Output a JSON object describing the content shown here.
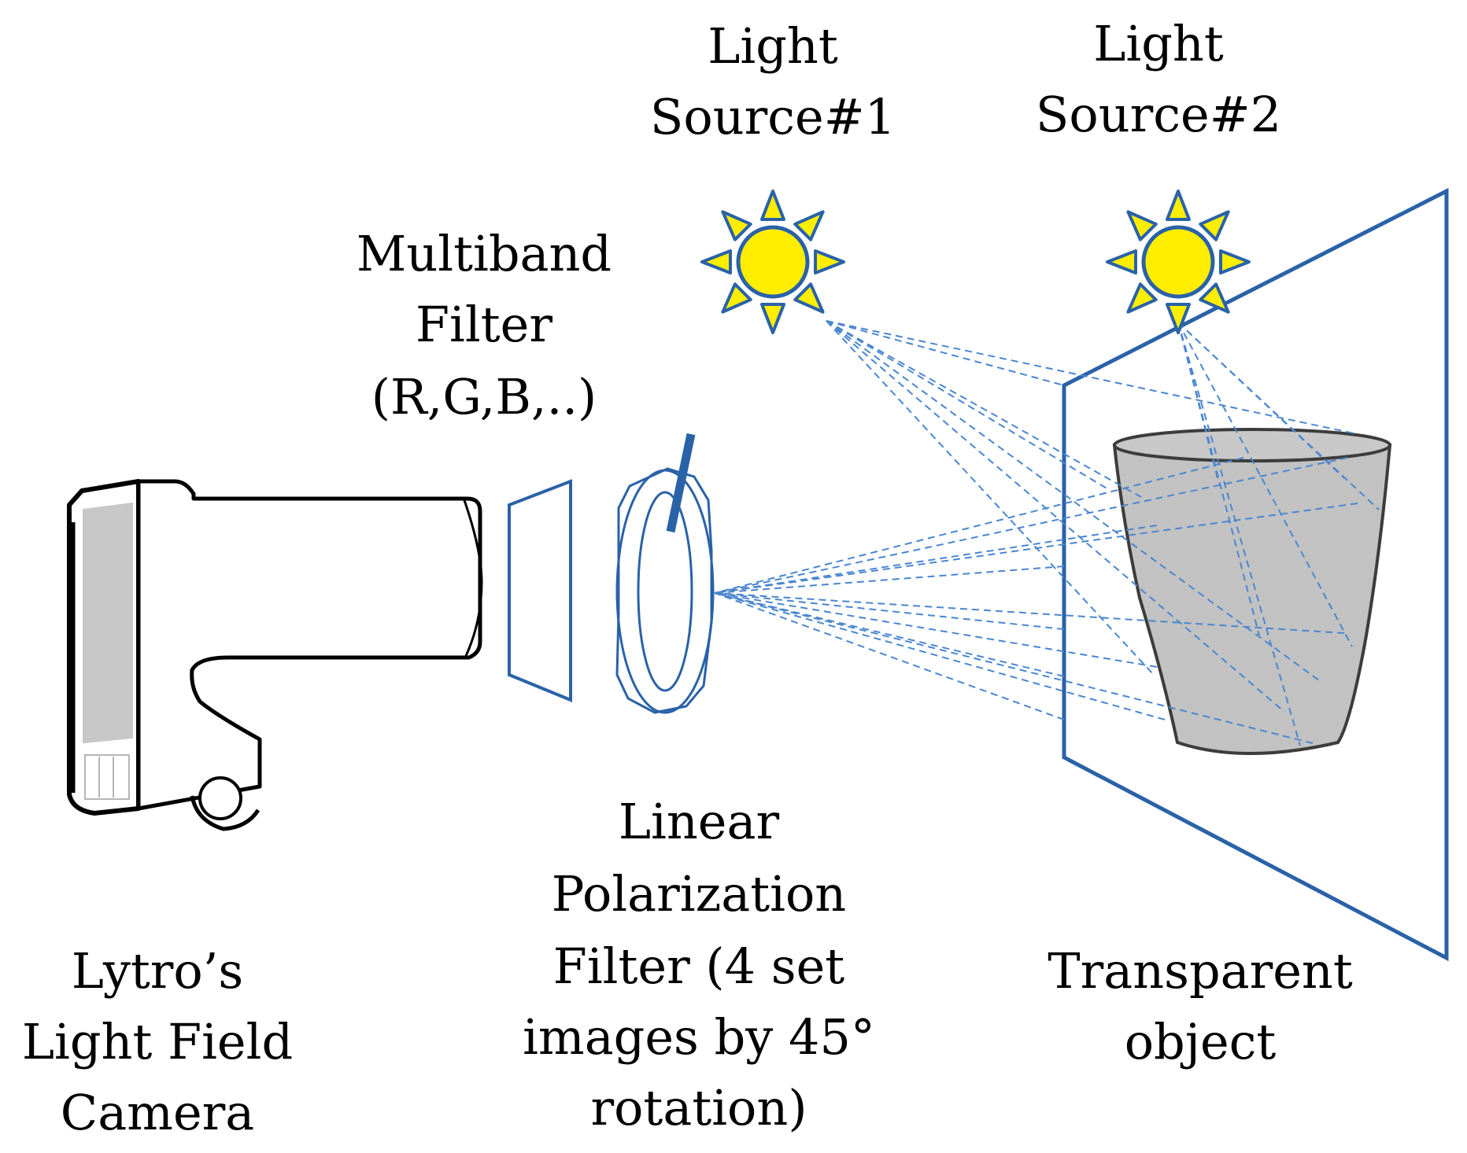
{
  "labels": {
    "light_source_1": [
      "Light",
      "Source#1"
    ],
    "light_source_2": [
      "Light",
      "Source#2"
    ],
    "multiband_filter": [
      "Multiband",
      "Filter",
      "(R,G,B,..)"
    ],
    "linear_polarization_filter": [
      "Linear",
      "Polarization",
      "Filter (4 set",
      "images by 45°",
      "rotation)"
    ],
    "camera": [
      "Lytro’s",
      "Light Field",
      "Camera"
    ],
    "transparent_object": [
      "Transparent",
      "object"
    ]
  },
  "colors": {
    "optics_blue": "#2a62a8",
    "ray_blue": "#4a86d0",
    "sun_fill": "#ffee00",
    "sun_outline": "#2a62a8",
    "cup_fill": "#c2c2c2",
    "cup_outline": "#3c3c3c",
    "camera_screen": "#c8c8c8",
    "text": "#000000"
  },
  "icons": [
    "sun-icon",
    "camera-icon",
    "cup-icon"
  ]
}
